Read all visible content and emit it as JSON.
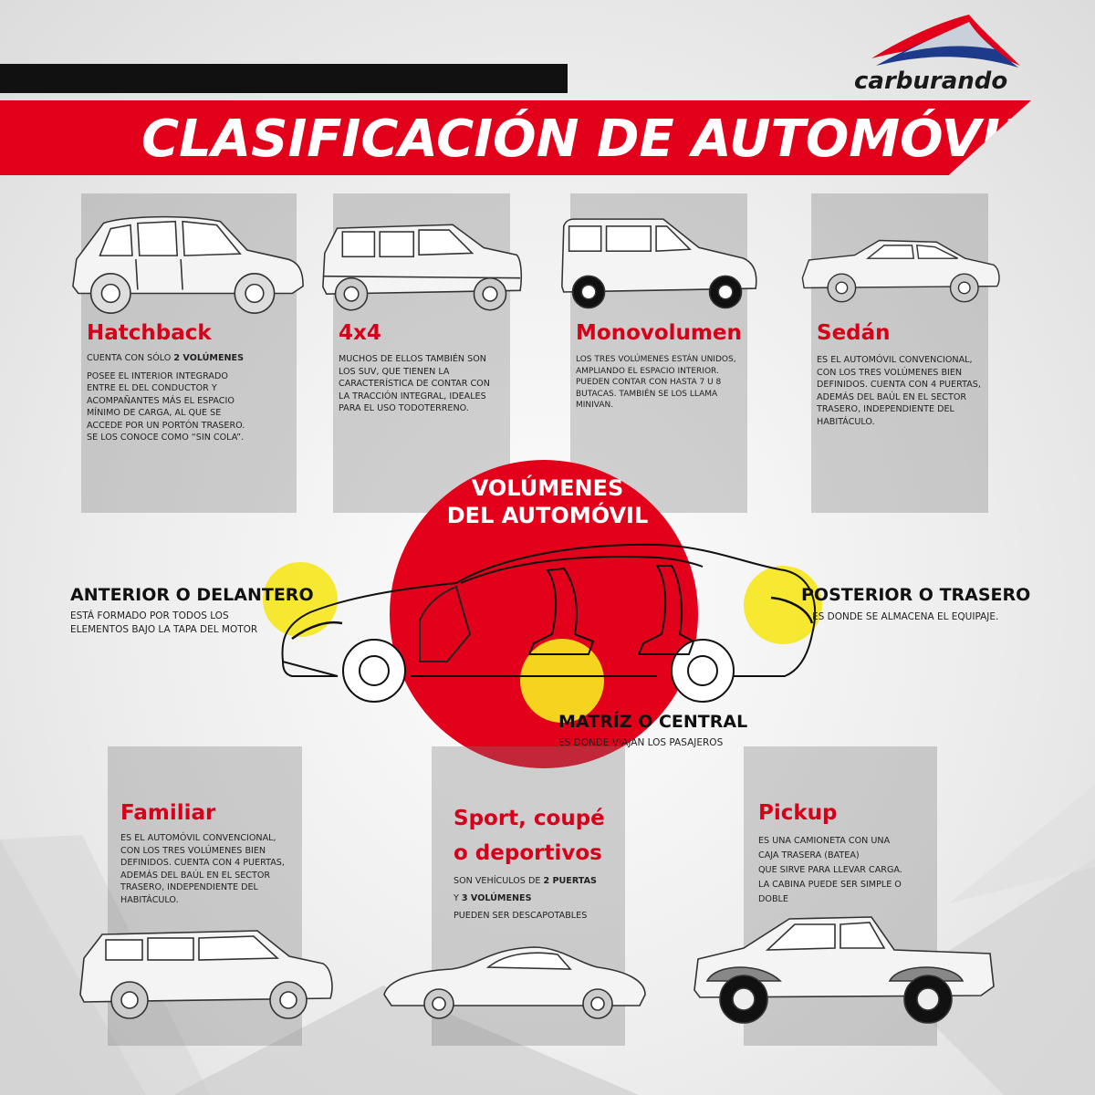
{
  "header": {
    "title": "CLASIFICACIÓN DE AUTOMÓVILES",
    "brand": "carburando"
  },
  "colors": {
    "accent_red": "#e3001b",
    "highlight_yellow": "#f6e620",
    "card_gray": "#8a8a8a",
    "text_dark": "#222222",
    "logo_blue": "#1e3a8a"
  },
  "cards": {
    "hatchback": {
      "title": "Hatchback",
      "line1_prefix": "CUENTA CON SÓLO ",
      "line1_bold": "2 VOLÚMENES",
      "desc": [
        "POSEE EL INTERIOR INTEGRADO",
        "ENTRE EL DEL CONDUCTOR Y",
        "ACOMPAÑANTES MÁS EL ESPACIO",
        "MÍNIMO DE CARGA, AL QUE SE",
        "ACCEDE POR UN PORTÓN TRASERO.",
        "SE LOS CONOCE COMO “SIN COLA”."
      ]
    },
    "4x4": {
      "title": "4x4",
      "desc": [
        "MUCHOS DE ELLOS TAMBIÉN SON",
        "LOS SUV, QUE TIENEN LA",
        "CARACTERÍSTICA DE CONTAR CON",
        "LA TRACCIÓN INTEGRAL, IDEALES",
        "PARA EL USO TODOTERRENO."
      ]
    },
    "monovolumen": {
      "title": "Monovolumen",
      "desc": [
        "LOS TRES VOLÚMENES ESTÁN UNIDOS,",
        "AMPLIANDO EL ESPACIO INTERIOR.",
        "PUEDEN CONTAR CON HASTA 7 U 8",
        "BUTACAS. TAMBIÉN SE LOS LLAMA",
        "MINIVAN."
      ]
    },
    "sedan": {
      "title": "Sedán",
      "desc": [
        "ES EL AUTOMÓVIL CONVENCIONAL,",
        "CON LOS TRES VOLÚMENES BIEN",
        "DEFINIDOS. CUENTA CON 4 PUERTAS,",
        "ADEMÁS DEL BAÚL EN EL SECTOR",
        "TRASERO, INDEPENDIENTE DEL",
        "HABITÁCULO."
      ]
    },
    "familiar": {
      "title": "Familiar",
      "desc": [
        "ES EL AUTOMÓVIL CONVENCIONAL,",
        "CON LOS TRES VOLÚMENES BIEN",
        "DEFINIDOS. CUENTA CON 4 PUERTAS,",
        "ADEMÁS DEL BAÚL EN EL SECTOR",
        "TRASERO, INDEPENDIENTE DEL",
        "HABITÁCULO."
      ]
    },
    "sport": {
      "title_line1": "Sport, coupé",
      "title_line2": "o deportivos",
      "l1_prefix": "SON VEHÍCULOS DE ",
      "l1_bold": "2 PUERTAS",
      "l2_prefix": "Y ",
      "l2_bold": "3 VOLÚMENES",
      "l3": "PUEDEN SER DESCAPOTABLES"
    },
    "pickup": {
      "title": "Pickup",
      "desc": [
        "ES UNA CAMIONETA CON UNA",
        "CAJA TRASERA (BATEA)",
        "QUE SIRVE PARA LLEVAR CARGA.",
        "LA CABINA PUEDE SER SIMPLE O",
        "DOBLE"
      ]
    }
  },
  "volumes": {
    "title_line1": "VOLÚMENES",
    "title_line2": "DEL AUTOMÓVIL",
    "front": {
      "title": "ANTERIOR O DELANTERO",
      "desc": [
        "ESTÁ FORMADO POR TODOS LOS",
        "ELEMENTOS BAJO LA TAPA DEL MOTOR"
      ]
    },
    "rear": {
      "title": "POSTERIOR O TRASERO",
      "desc": "ES DONDE SE ALMACENA EL EQUIPAJE."
    },
    "center": {
      "title": "MATRÍZ O CENTRAL",
      "desc": "ES DONDE VIAJAN LOS PASAJEROS"
    }
  }
}
